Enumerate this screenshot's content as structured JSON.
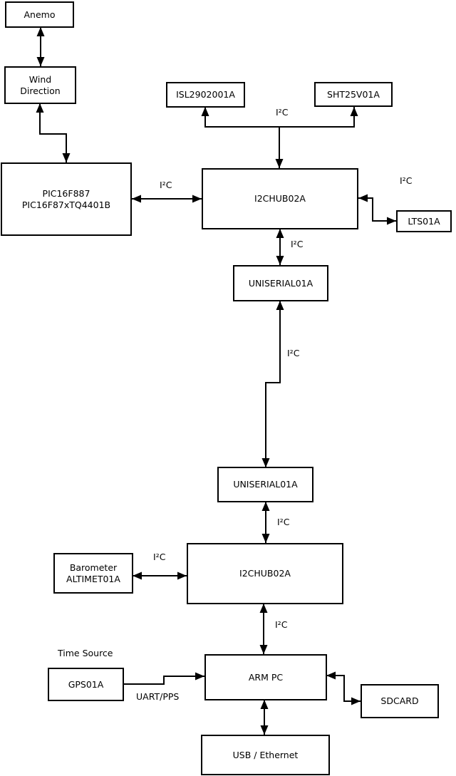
{
  "colors": {
    "background": "#ffffff",
    "line": "#000000",
    "box_border": "#000000",
    "box_fill": "#ffffff",
    "text": "#000000"
  },
  "boxes": {
    "anemo": {
      "label": "Anemo"
    },
    "wind_direction": {
      "lines": [
        "Wind",
        "Direction"
      ]
    },
    "pic": {
      "lines": [
        "PIC16F887",
        "PIC16F87xTQ4401B"
      ]
    },
    "isl": {
      "label": "ISL2902001A"
    },
    "sht": {
      "label": "SHT25V01A"
    },
    "i2chub_top": {
      "label": "I2CHUB02A"
    },
    "lts": {
      "label": "LTS01A"
    },
    "uniserial_top": {
      "label": "UNISERIAL01A"
    },
    "uniserial_bottom": {
      "label": "UNISERIAL01A"
    },
    "barometer": {
      "lines": [
        "Barometer",
        "ALTIMET01A"
      ]
    },
    "i2chub_bottom": {
      "label": "I2CHUB02A"
    },
    "gps": {
      "label": "GPS01A"
    },
    "arm_pc": {
      "label": "ARM PC"
    },
    "sdcard": {
      "label": "SDCARD"
    },
    "usb_ethernet": {
      "label": "USB / Ethernet"
    }
  },
  "edge_labels": {
    "i2c": "I²C",
    "time_source": "Time Source",
    "uart_pps": "UART/PPS"
  },
  "connections": [
    {
      "from": "Anemo",
      "to": "Wind Direction",
      "bidirectional": true,
      "label": ""
    },
    {
      "from": "Wind Direction",
      "to": "PIC16F887 PIC16F87xTQ4401B",
      "bidirectional": true,
      "label": ""
    },
    {
      "from": "PIC16F887 PIC16F87xTQ4401B",
      "to": "I2CHUB02A (top)",
      "bidirectional": true,
      "label": "I²C"
    },
    {
      "from": "I2CHUB02A (top)",
      "to": "ISL2902001A",
      "bidirectional": false,
      "label": "I²C"
    },
    {
      "from": "I2CHUB02A (top)",
      "to": "SHT25V01A",
      "bidirectional": false,
      "label": "I²C"
    },
    {
      "from": "I2CHUB02A (top)",
      "to": "LTS01A",
      "bidirectional": true,
      "label": "I²C"
    },
    {
      "from": "I2CHUB02A (top)",
      "to": "UNISERIAL01A (top)",
      "bidirectional": true,
      "label": "I²C"
    },
    {
      "from": "UNISERIAL01A (top)",
      "to": "UNISERIAL01A (bottom)",
      "bidirectional": true,
      "label": "I²C"
    },
    {
      "from": "UNISERIAL01A (bottom)",
      "to": "I2CHUB02A (bottom)",
      "bidirectional": true,
      "label": "I²C"
    },
    {
      "from": "Barometer ALTIMET01A",
      "to": "I2CHUB02A (bottom)",
      "bidirectional": true,
      "label": "I²C"
    },
    {
      "from": "I2CHUB02A (bottom)",
      "to": "ARM PC",
      "bidirectional": true,
      "label": "I²C"
    },
    {
      "from": "GPS01A",
      "to": "ARM PC",
      "bidirectional": false,
      "label": "UART/PPS"
    },
    {
      "from": "ARM PC",
      "to": "SDCARD",
      "bidirectional": true,
      "label": ""
    },
    {
      "from": "ARM PC",
      "to": "USB / Ethernet",
      "bidirectional": true,
      "label": ""
    }
  ]
}
